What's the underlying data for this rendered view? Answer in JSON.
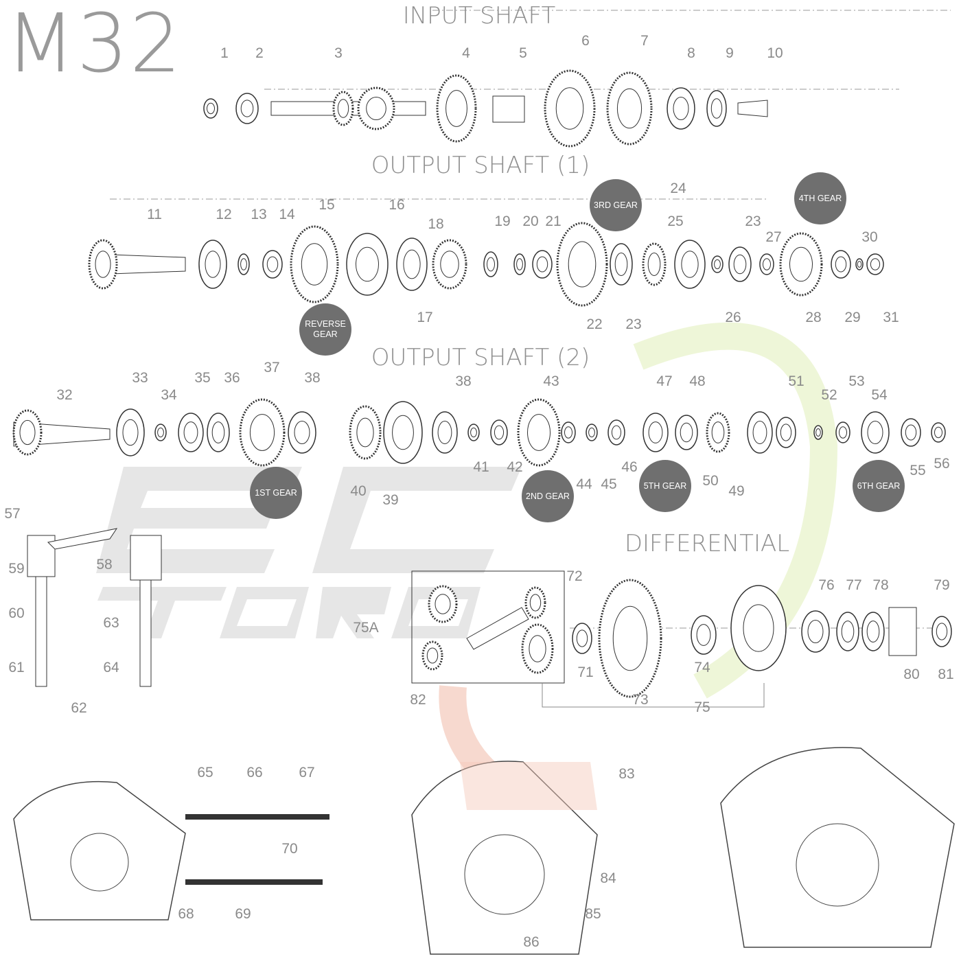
{
  "title": "M32",
  "watermark": "ECS TORQUES",
  "colors": {
    "badge": "#6f6f6f",
    "label": "#8a8a8a",
    "watermark_gray": "#e6e6e6",
    "watermark_green": "#eef6d8",
    "watermark_red": "#f7d9cf"
  },
  "sections": {
    "input_shaft": "INPUT SHAFT",
    "output_shaft_1": "OUTPUT SHAFT (1)",
    "output_shaft_2": "OUTPUT SHAFT (2)",
    "differential": "DIFFERENTIAL"
  },
  "badges": [
    "3RD GEAR",
    "4TH GEAR",
    "REVERSE GEAR",
    "1ST GEAR",
    "2ND GEAR",
    "5TH GEAR",
    "6TH GEAR"
  ],
  "parts": [
    "1",
    "2",
    "3",
    "4",
    "5",
    "6",
    "7",
    "8",
    "9",
    "10",
    "11",
    "12",
    "13",
    "14",
    "15",
    "16",
    "18",
    "17",
    "19",
    "20",
    "21",
    "22",
    "23",
    "24",
    "25",
    "23",
    "27",
    "26",
    "28",
    "29",
    "30",
    "31",
    "32",
    "33",
    "34",
    "35",
    "36",
    "37",
    "38",
    "38",
    "43",
    "47",
    "48",
    "51",
    "52",
    "53",
    "54",
    "41",
    "42",
    "40",
    "39",
    "44",
    "45",
    "46",
    "50",
    "49",
    "55",
    "56",
    "57",
    "58",
    "59",
    "60",
    "61",
    "62",
    "63",
    "64",
    "72",
    "75A",
    "71",
    "73",
    "74",
    "75",
    "76",
    "77",
    "78",
    "79",
    "80",
    "81",
    "82",
    "65",
    "66",
    "67",
    "70",
    "68",
    "69",
    "83",
    "84",
    "85",
    "86"
  ]
}
